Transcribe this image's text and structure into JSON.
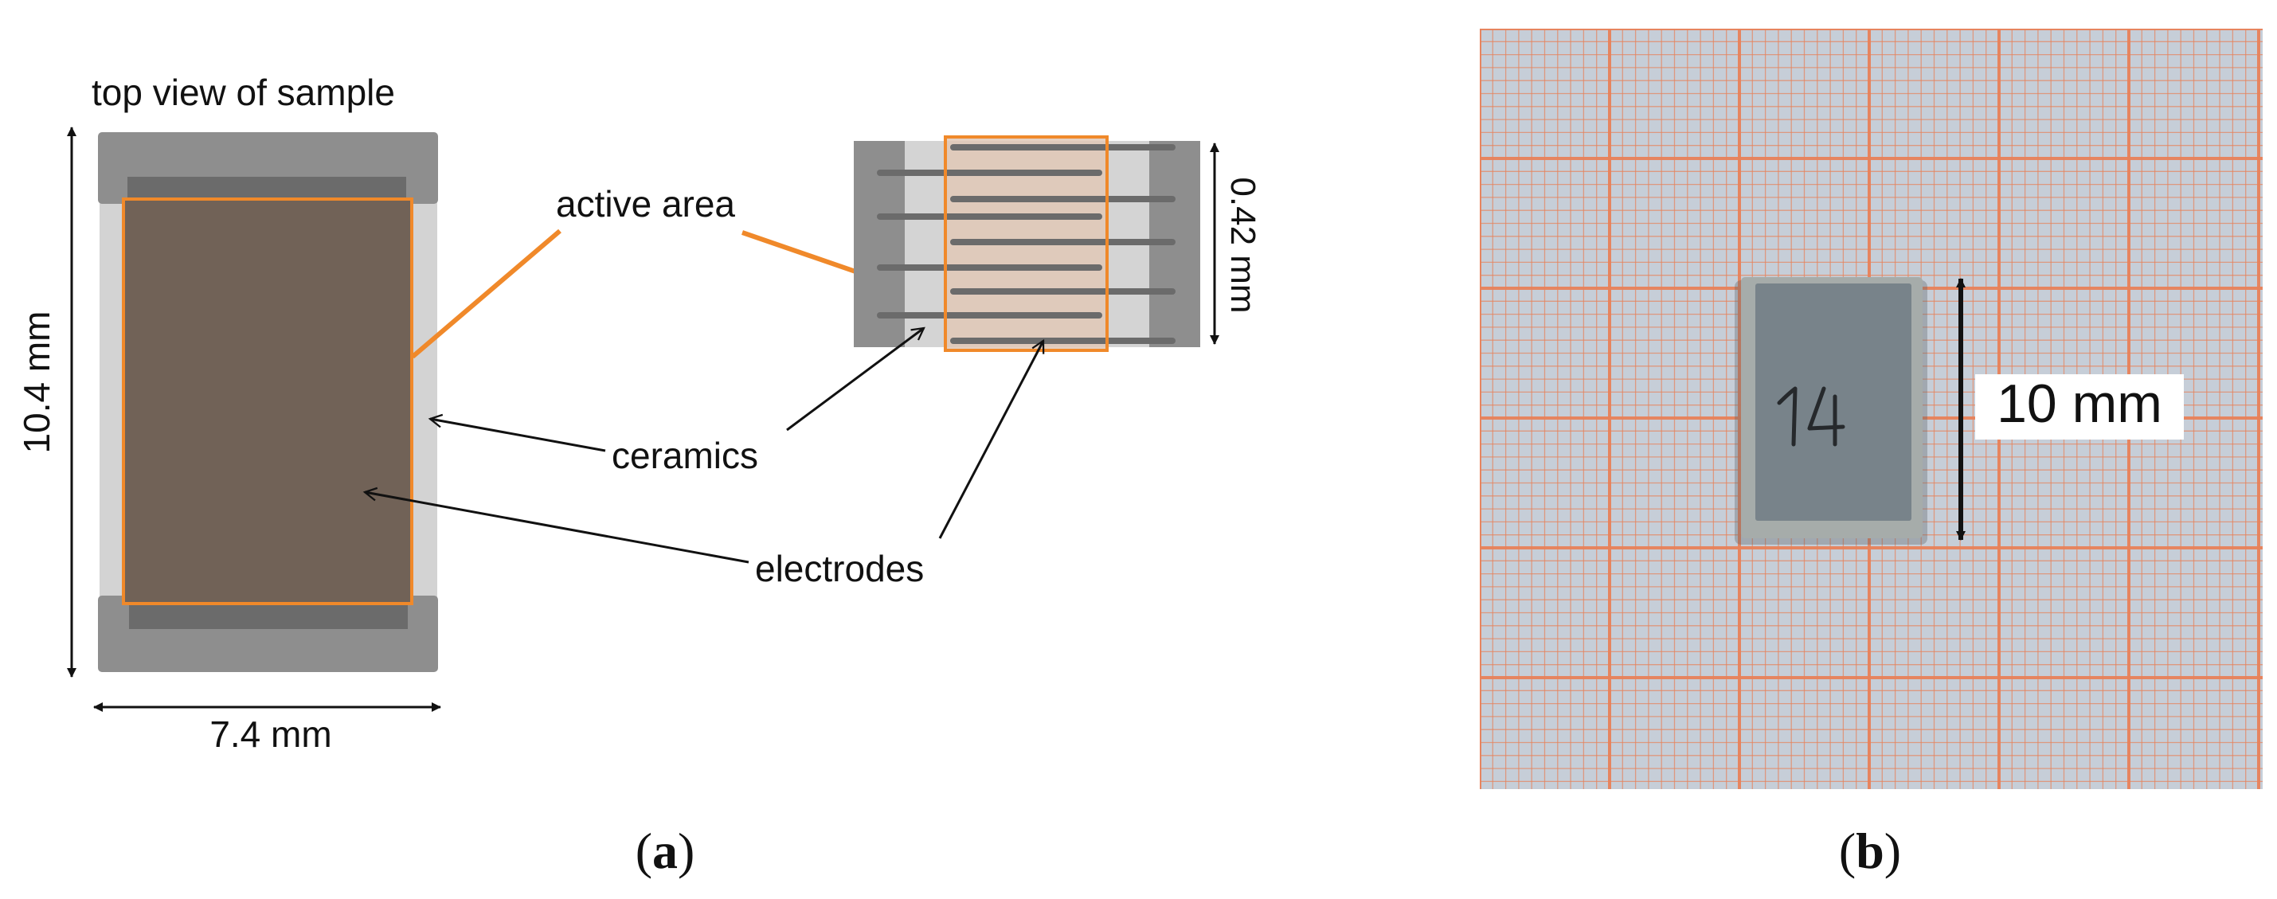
{
  "panel_a": {
    "top_view_label": "top view of sample",
    "height_label": "10.4 mm",
    "width_label": "7.4 mm",
    "active_area_label": "active area",
    "thickness_label": "0.42 mm",
    "ceramics_label": "ceramics",
    "electrodes_label": "electrodes",
    "caption_open": "(",
    "caption_letter": "a",
    "caption_close": ")"
  },
  "panel_b": {
    "sample_marking": "14",
    "dimension_label": "10 mm",
    "caption_open": "(",
    "caption_letter": "b",
    "caption_close": ")"
  },
  "colors": {
    "accent_orange": "#f0892a",
    "grid_line": "#e8825a",
    "paper_bg": "#c6ced8",
    "electrode_brown": "#6e6158",
    "end_cap_gray": "#8c8c8c",
    "ceramic_light": "#d2d2d2"
  }
}
